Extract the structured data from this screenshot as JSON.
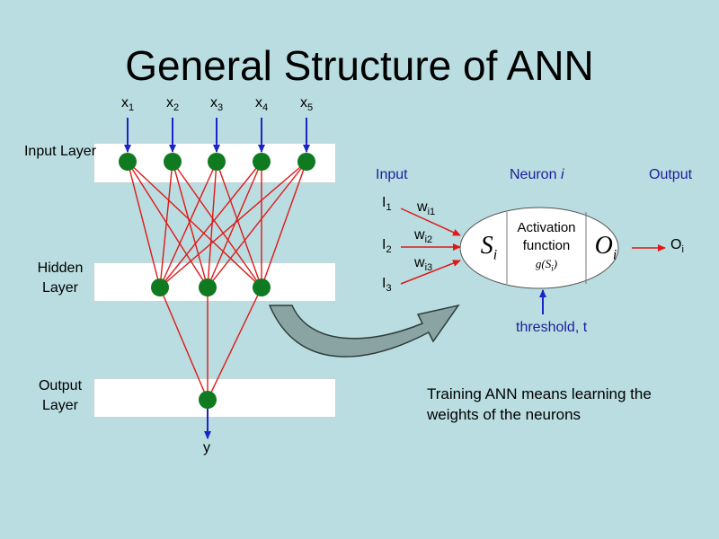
{
  "title": "General Structure of ANN",
  "network": {
    "inputs": [
      {
        "name": "x",
        "sub": "1"
      },
      {
        "name": "x",
        "sub": "2"
      },
      {
        "name": "x",
        "sub": "3"
      },
      {
        "name": "x",
        "sub": "4"
      },
      {
        "name": "x",
        "sub": "5"
      }
    ],
    "layers": {
      "input": "Input Layer",
      "hidden": "Hidden Layer",
      "output": "Output Layer"
    },
    "output_var": "y"
  },
  "neuron": {
    "input_header": "Input",
    "neuron_header": "Neuron",
    "neuron_index": "i",
    "output_header": "Output",
    "inputs": [
      {
        "label": "I",
        "sub": "1",
        "weight": "w",
        "wsub": "i1"
      },
      {
        "label": "I",
        "sub": "2",
        "weight": "w",
        "wsub": "i2"
      },
      {
        "label": "I",
        "sub": "3",
        "weight": "w",
        "wsub": "i3"
      }
    ],
    "sum_symbol": "S",
    "sum_sub": "i",
    "activation_line1": "Activation",
    "activation_line2": "function",
    "activation_formula": "g(S",
    "activation_formula_sub": "i",
    "activation_formula_end": ")",
    "out_symbol": "O",
    "out_sub": "i",
    "output_label": "O",
    "output_sub": "i",
    "threshold": "threshold, t"
  },
  "caption": "Training ANN means learning the weights of the neurons",
  "colors": {
    "background": "#b9dde0",
    "node": "#0f7a1f",
    "edge": "#e01818",
    "arrow": "#1a24c8",
    "label_blue": "#1a1f9e"
  }
}
